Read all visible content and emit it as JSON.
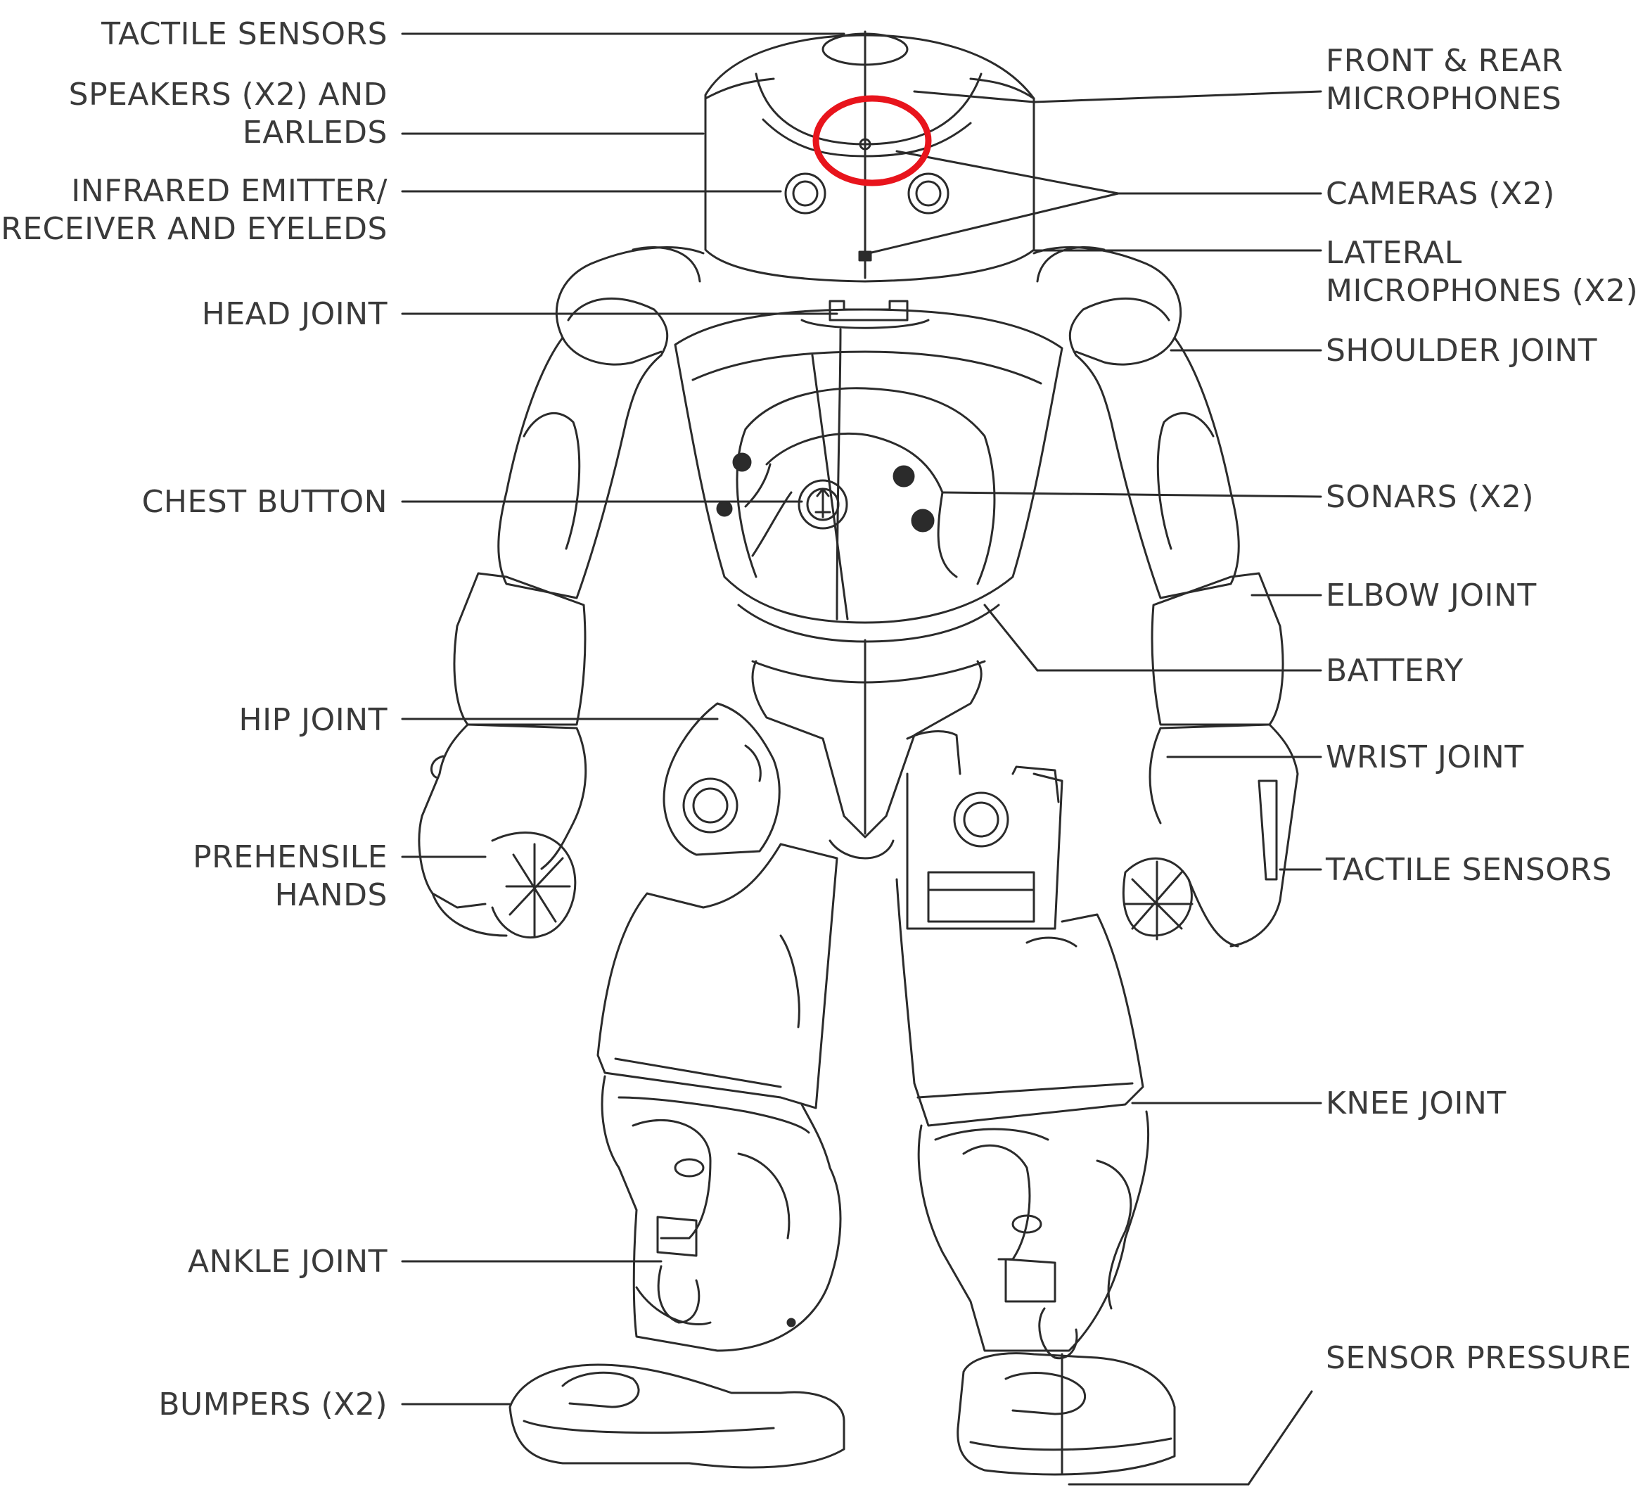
{
  "colors": {
    "line": "#2b2b2b",
    "label_text": "#3a3a3a",
    "highlight": "#e8141c",
    "background": "#ffffff"
  },
  "labels_left": {
    "tactile_sensors_head": [
      "TACTILE SENSORS"
    ],
    "speakers": [
      "SPEAKERS (X2) AND",
      "EARLEDS"
    ],
    "infrared": [
      "INFRARED EMITTER/",
      "RECEIVER AND EYELEDS"
    ],
    "head_joint": [
      "HEAD JOINT"
    ],
    "chest_button": [
      "CHEST BUTTON"
    ],
    "hip_joint": [
      "HIP JOINT"
    ],
    "prehensile_hands": [
      "PREHENSILE",
      "HANDS"
    ],
    "ankle_joint": [
      "ANKLE JOINT"
    ],
    "bumpers": [
      "BUMPERS (X2)"
    ]
  },
  "labels_right": {
    "microphones": [
      "FRONT & REAR",
      "MICROPHONES"
    ],
    "cameras": [
      "CAMERAS (X2)"
    ],
    "lateral_microphones": [
      "LATERAL",
      "MICROPHONES (X2)"
    ],
    "shoulder_joint": [
      "SHOULDER JOINT"
    ],
    "sonars": [
      "SONARS (X2)"
    ],
    "elbow_joint": [
      "ELBOW JOINT"
    ],
    "battery": [
      "BATTERY"
    ],
    "wrist_joint": [
      "WRIST JOINT"
    ],
    "tactile_sensors_hand": [
      "TACTILE SENSORS"
    ],
    "knee_joint": [
      "KNEE JOINT"
    ],
    "sensor_pressure": [
      "SENSOR PRESSURE"
    ]
  }
}
